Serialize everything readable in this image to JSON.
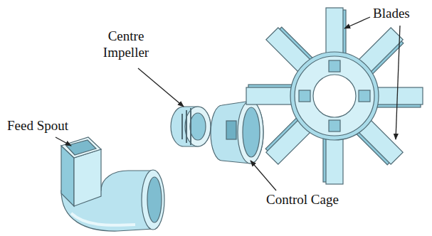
{
  "diagram": {
    "labels": [
      "Feed Spout",
      "Centre Impeller",
      "Control Cage",
      "Blades"
    ]
  }
}
